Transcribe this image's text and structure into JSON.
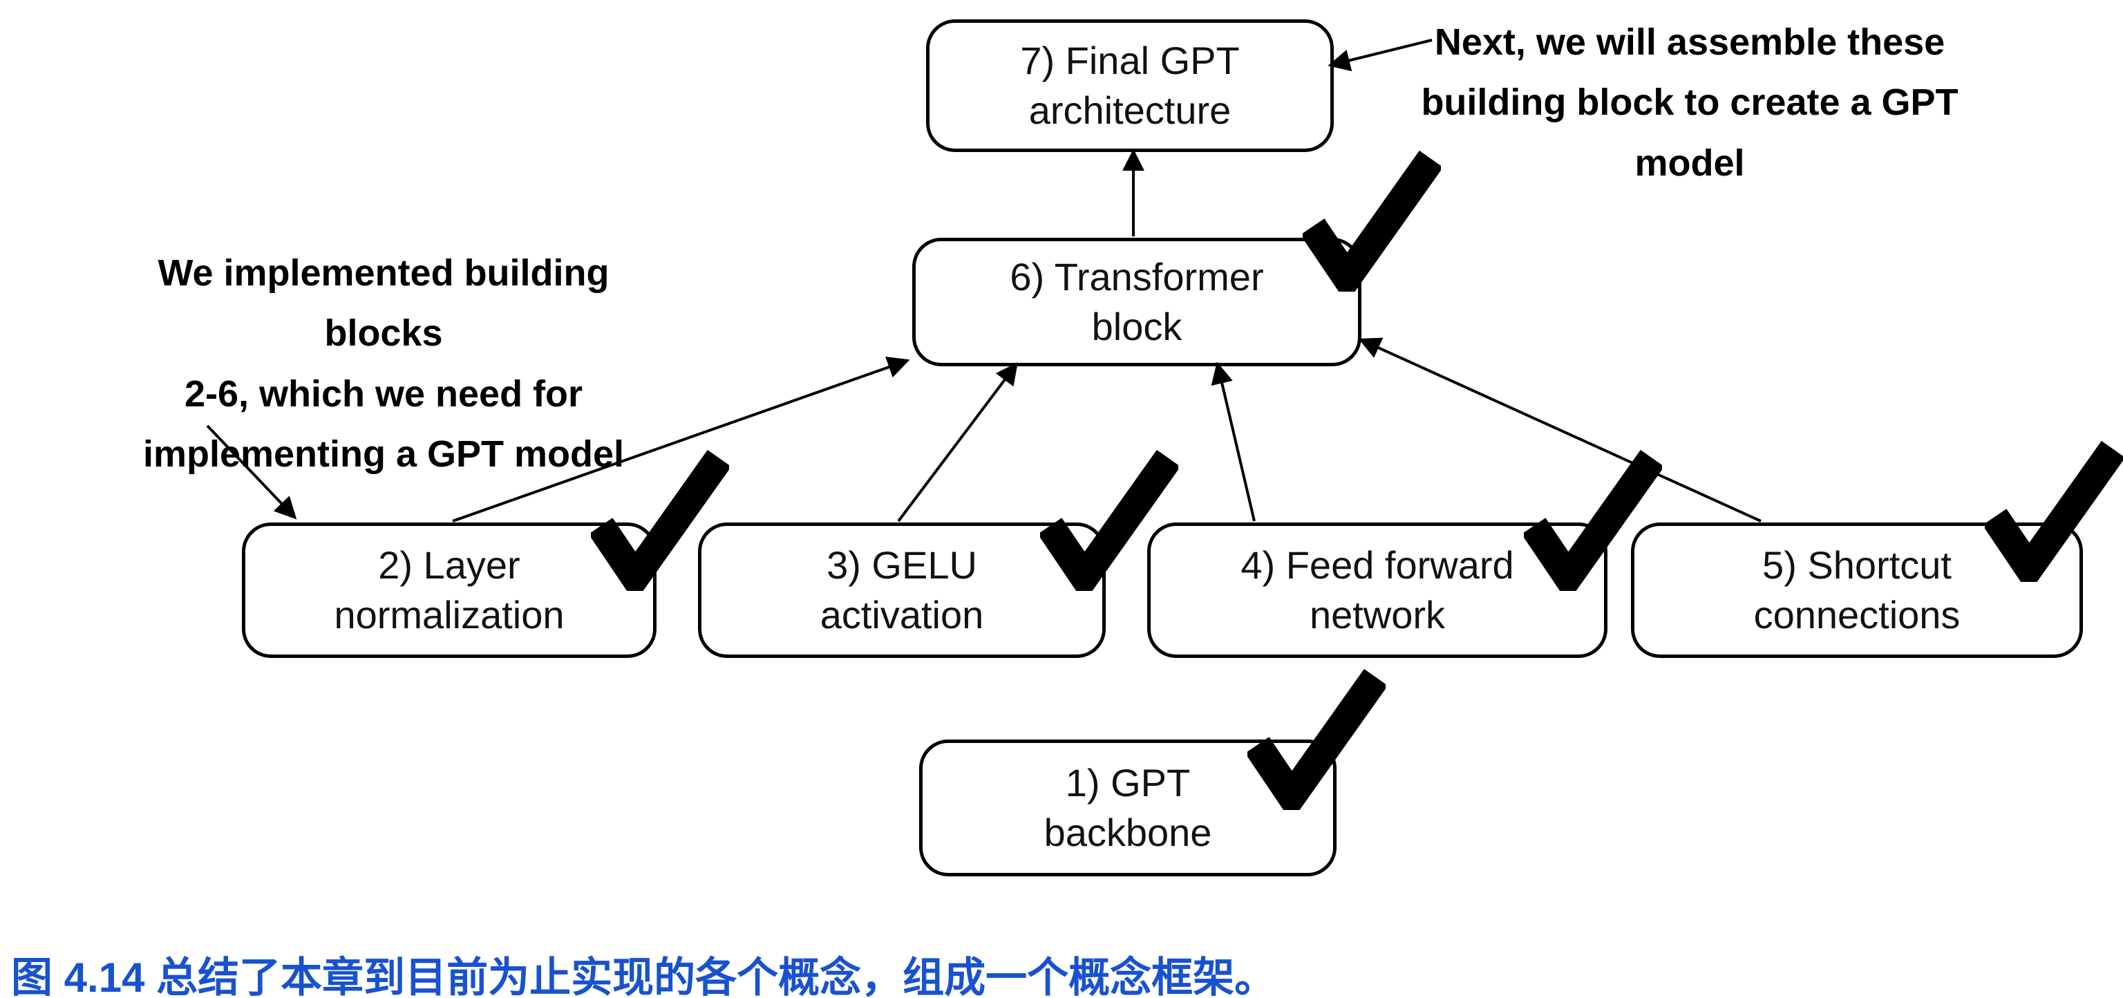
{
  "diagram": {
    "boxes": {
      "final_gpt": {
        "label": "7) Final GPT\narchitecture"
      },
      "transformer": {
        "label": "6) Transformer\nblock"
      },
      "layer_norm": {
        "label": "2) Layer\nnormalization"
      },
      "gelu": {
        "label": "3) GELU\nactivation"
      },
      "feed_forward": {
        "label": "4) Feed forward\nnetwork"
      },
      "shortcut": {
        "label": "5) Shortcut\nconnections"
      },
      "gpt_backbone": {
        "label": "1) GPT\nbackbone"
      }
    },
    "annotations": {
      "left": {
        "lines": [
          "We implemented building blocks",
          "2-6, which we need for",
          "implementing a GPT model"
        ]
      },
      "right": {
        "lines": [
          "Next, we will assemble these",
          "building block to create a GPT",
          "model"
        ]
      }
    },
    "checkmarks": {
      "count": 6,
      "color": "#000000"
    },
    "colors": {
      "box_border": "#000000",
      "box_fill": "#ffffff",
      "arrow": "#000000",
      "caption": "#1952d0"
    }
  },
  "caption": {
    "text": "图 4.14 总结了本章到目前为止实现的各个概念，组成一个概念框架。"
  }
}
